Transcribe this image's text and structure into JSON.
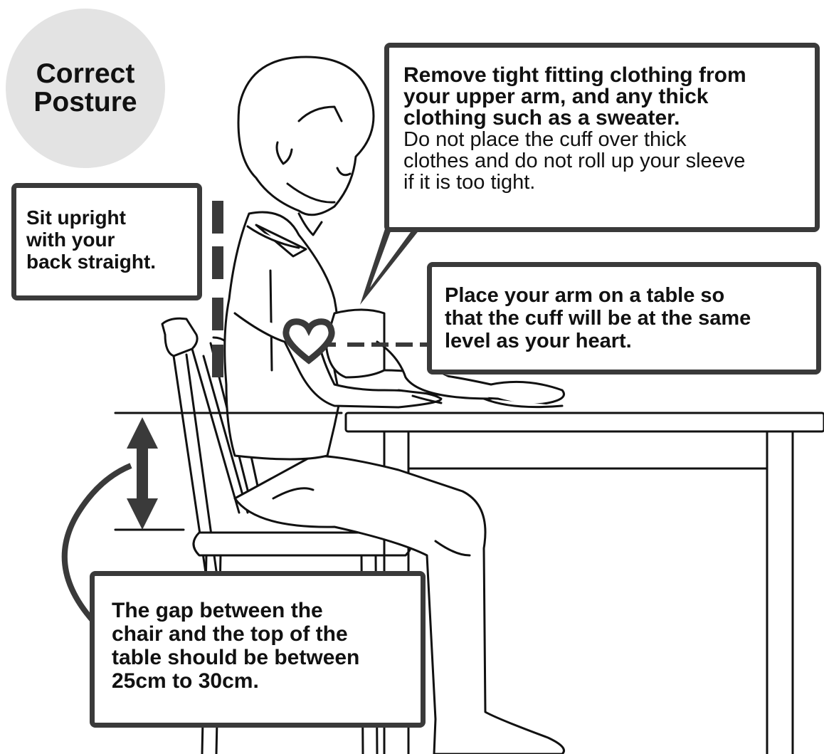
{
  "badge": {
    "line1": "Correct",
    "line2": "Posture"
  },
  "callouts": {
    "clothing": {
      "bold_1": "Remove tight fitting clothing from",
      "bold_2": "your upper arm, and any thick",
      "bold_3": "clothing such as a sweater.",
      "normal_1": "Do not place the cuff over thick",
      "normal_2": "clothes and do not roll up your sleeve",
      "normal_3": "if it is too tight."
    },
    "upright": {
      "line1": "Sit upright",
      "line2": "with your",
      "line3": "back straight."
    },
    "arm": {
      "line1": "Place your arm on a table so",
      "line2": "that the cuff will be at the same",
      "line3": "level as your heart."
    },
    "gap": {
      "line1": "The gap between the",
      "line2": "chair and the top of the",
      "line3": "table should be between",
      "line4": "25cm to 30cm."
    }
  },
  "colors": {
    "badge_bg": "#e3e3e3",
    "box_border": "#3a3a3a",
    "marker": "#3a3a3a"
  },
  "icons": [
    "heart-icon",
    "double-arrow-icon",
    "curved-arrow-icon"
  ]
}
